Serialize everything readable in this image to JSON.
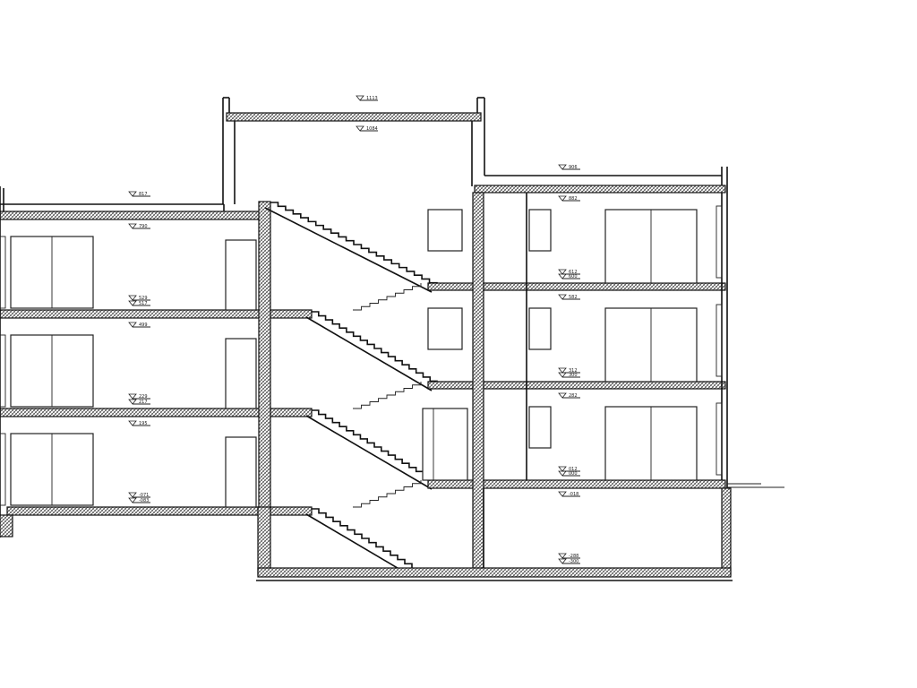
{
  "section": {
    "levels": [
      {
        "id": "lv-1113",
        "text": "1113"
      },
      {
        "id": "lv-1084",
        "text": "1084"
      },
      {
        "id": "lv-906",
        "text": "906"
      },
      {
        "id": "lv-882",
        "text": "882"
      },
      {
        "id": "lv-817",
        "text": "817"
      },
      {
        "id": "lv-790",
        "text": "790"
      },
      {
        "id": "lv-612a",
        "text": "612"
      },
      {
        "id": "lv-600a",
        "text": "600"
      },
      {
        "id": "lv-582",
        "text": "582"
      },
      {
        "id": "lv-529",
        "text": "529"
      },
      {
        "id": "lv-517",
        "text": "517"
      },
      {
        "id": "lv-499",
        "text": "499"
      },
      {
        "id": "lv-312",
        "text": "312"
      },
      {
        "id": "lv-300",
        "text": "300"
      },
      {
        "id": "lv-282",
        "text": "282"
      },
      {
        "id": "lv-229",
        "text": "229"
      },
      {
        "id": "lv-217",
        "text": "217"
      },
      {
        "id": "lv-195",
        "text": "195"
      },
      {
        "id": "lv-012",
        "text": "012"
      },
      {
        "id": "lv-000",
        "text": "000"
      },
      {
        "id": "lv-018",
        "text": "-018"
      },
      {
        "id": "lv-071",
        "text": "-071"
      },
      {
        "id": "lv-083",
        "text": "-083"
      },
      {
        "id": "lv-288",
        "text": "-288"
      },
      {
        "id": "lv-300n",
        "text": "-300"
      }
    ]
  }
}
